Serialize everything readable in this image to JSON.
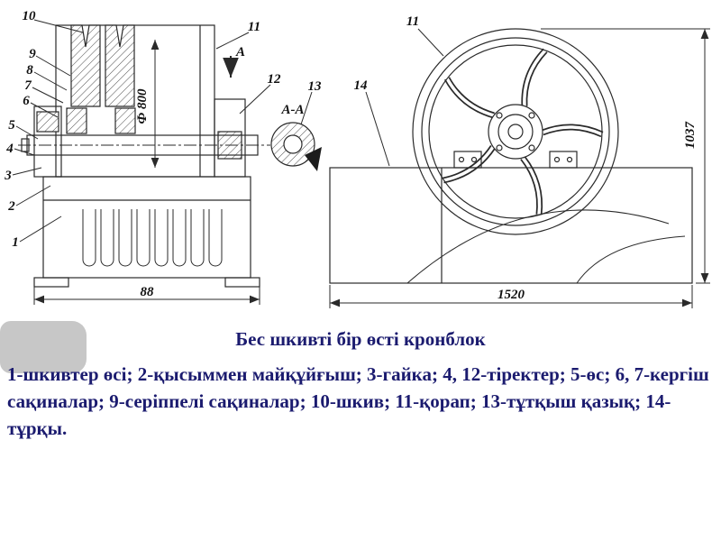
{
  "figure": {
    "left_view": {
      "labels": {
        "n1": "1",
        "n2": "2",
        "n3": "3",
        "n4": "4",
        "n5": "5",
        "n6": "6",
        "n7": "7",
        "n8": "8",
        "n9": "9",
        "n10": "10",
        "n11": "11",
        "n12": "12",
        "n13": "13"
      },
      "section_mark": "A",
      "section_title": "A-A",
      "dim_diameter": "Ф 800",
      "dim_width": "88"
    },
    "right_view": {
      "labels": {
        "n11": "11",
        "n14": "14"
      },
      "dim_width": "1520",
      "dim_height": "1037"
    }
  },
  "caption": {
    "title": "Бес шкивті бір өсті кронблок",
    "body": "1-шкивтер өсі; 2-қысыммен майқұйғыш; 3-гайка; 4, 12-тіректер; 5-өс; 6, 7-кергіш сақиналар; 9-серіппелі сақиналар; 10-шкив; 11-қорап; 13-тұтқыш қазық; 14-тұрқы."
  },
  "colors": {
    "text": "#1b1b6f",
    "line": "#2a2a2a",
    "decoration": "#c7c7c7"
  }
}
